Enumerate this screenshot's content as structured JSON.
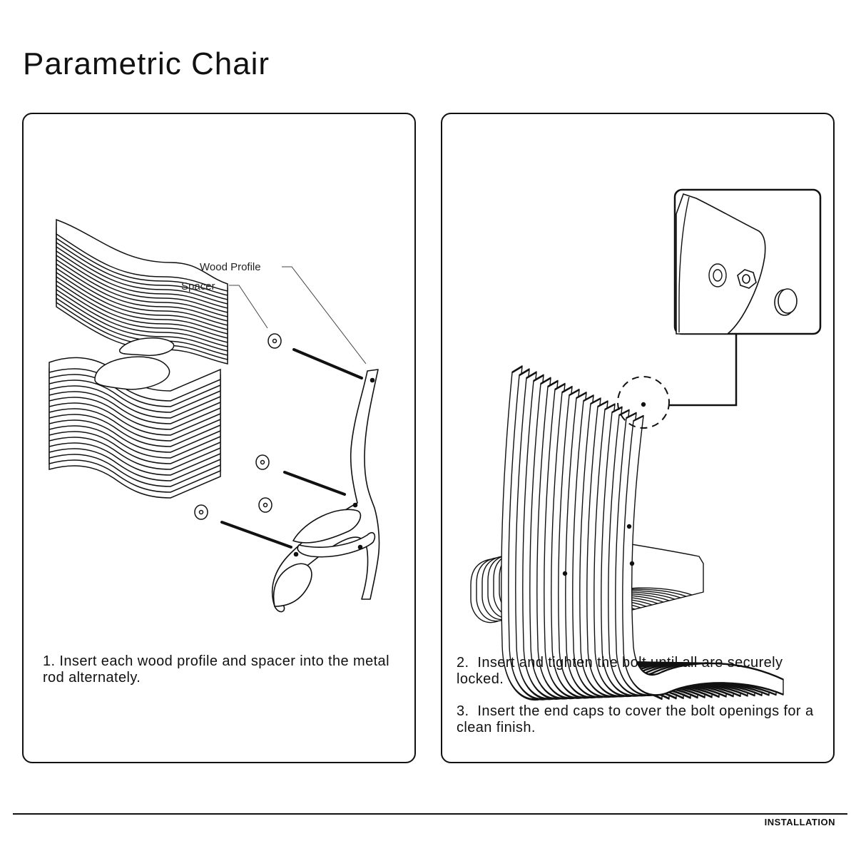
{
  "page": {
    "title": "Parametric Chair",
    "footer_label": "INSTALLATION"
  },
  "panel_left": {
    "callouts": {
      "wood_profile": "Wood Profile",
      "spacer": "Spacer"
    },
    "step_text": "1. Insert each wood profile and spacer into the metal rod alternately."
  },
  "panel_right": {
    "step_2_text": "2.  Insert and tighten the bolt until all are securely locked.",
    "step_3_text": "3.  Insert the end caps to cover the bolt openings for a clean finish."
  }
}
